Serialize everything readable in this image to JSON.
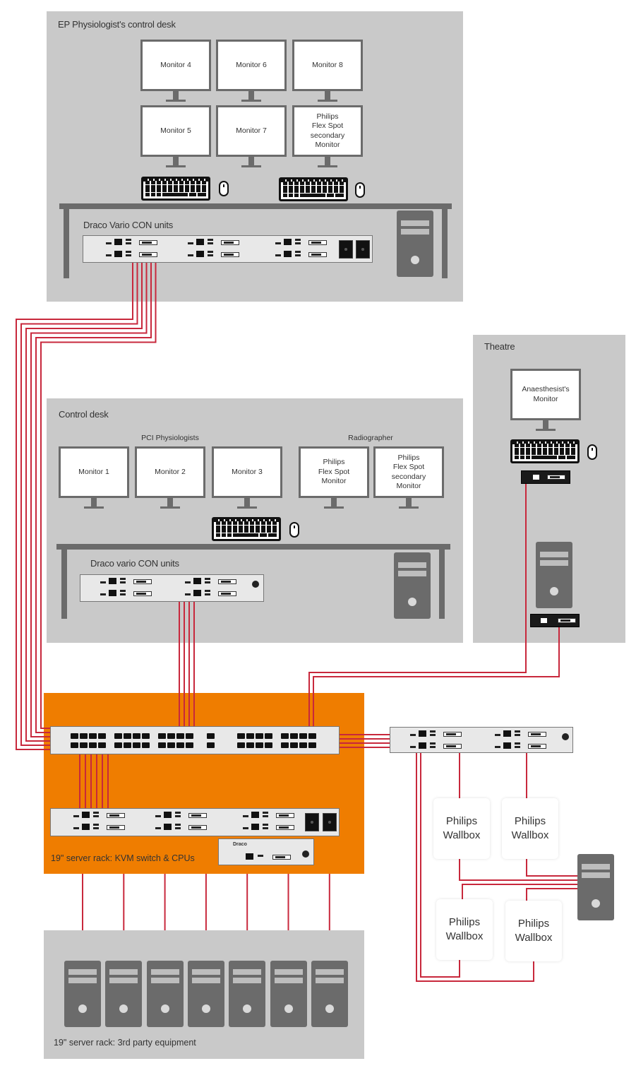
{
  "diagram": {
    "cable_color": "#c8283c",
    "zone_color": "#c9c9c9",
    "rack_color": "#ef7d00",
    "ep_desk": {
      "label": "EP Physiologist's control desk",
      "monitors": [
        "Monitor 4",
        "Monitor 6",
        "Monitor 8",
        "Monitor 5",
        "Monitor 7",
        "Philips\nFlex Spot\nsecondary\nMonitor"
      ],
      "con_units_label": "Draco Vario CON units"
    },
    "control_desk": {
      "label": "Control desk",
      "groups": [
        "PCI Physiologists",
        "Radiographer"
      ],
      "monitors": [
        "Monitor 1",
        "Monitor 2",
        "Monitor 3",
        "Philips\nFlex Spot\nMonitor",
        "Philips\nFlex Spot\nsecondary\nMonitor"
      ],
      "con_units_label": "Draco vario CON units"
    },
    "theatre": {
      "label": "Theatre",
      "monitor": "Anaesthesist's\nMonitor"
    },
    "kvm_rack": {
      "label": "19\" server rack: KVM switch & CPUs",
      "mini_unit_brand": "Draco"
    },
    "third_party_rack": {
      "label": "19\" server rack: 3rd party equipment",
      "tower_count": 7
    },
    "wallboxes": [
      "Philips\nWallbox",
      "Philips\nWallbox",
      "Philips\nWallbox",
      "Philips\nWallbox"
    ]
  }
}
